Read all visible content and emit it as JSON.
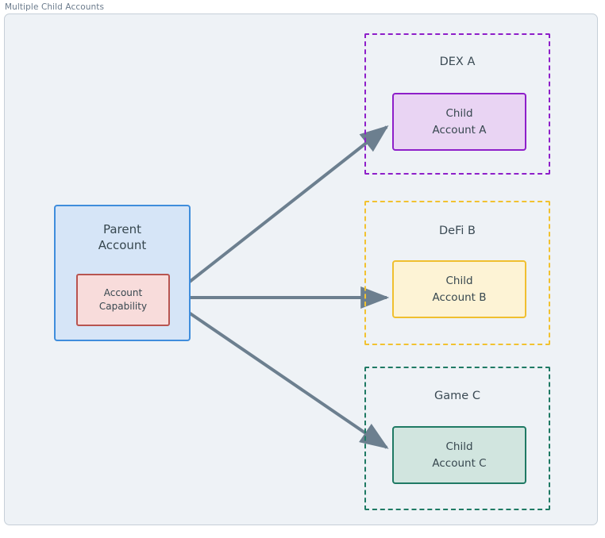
{
  "diagram": {
    "caption": "Multiple Child Accounts",
    "parent": {
      "title_line1": "Parent",
      "title_line2": "Account",
      "capability_line1": "Account",
      "capability_line2": "Capability"
    },
    "groups": [
      {
        "id": "dex-a",
        "label": "DEX A",
        "border_color": "#8e1fc9",
        "child_line1": "Child",
        "child_line2": "Account A",
        "child_fill": "#e9d4f3",
        "child_border": "#8e1fc9"
      },
      {
        "id": "defi-b",
        "label": "DeFi B",
        "border_color": "#f2c230",
        "child_line1": "Child",
        "child_line2": "Account B",
        "child_fill": "#fdf3d5",
        "child_border": "#f0bf2f"
      },
      {
        "id": "game-c",
        "label": "Game C",
        "border_color": "#1f7a64",
        "child_line1": "Child",
        "child_line2": "Account C",
        "child_fill": "#d1e5df",
        "child_border": "#1f7a64"
      }
    ],
    "connections": [
      {
        "id": "parent-to-child-a",
        "from": "account-capability",
        "to": "child-account-a"
      },
      {
        "id": "parent-to-child-b",
        "from": "account-capability",
        "to": "child-account-b"
      },
      {
        "id": "parent-to-child-c",
        "from": "account-capability",
        "to": "child-account-c"
      }
    ],
    "colors": {
      "canvas": "#eef2f6",
      "panel_border": "#c6cfd8",
      "parent_fill": "#d6e5f7",
      "parent_border": "#3f8ddc",
      "capability_fill": "#f8dcdb",
      "capability_border": "#b85450",
      "arrow": "#6c7f8f",
      "text": "#37474f",
      "caption_text": "#6b7b8c"
    }
  }
}
